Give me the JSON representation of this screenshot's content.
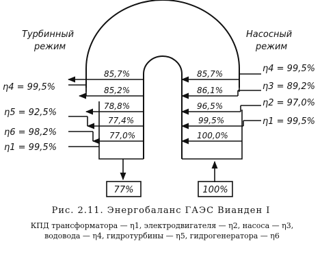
{
  "labels": {
    "turbine_line1": "Турбинный",
    "turbine_line2": "режим",
    "pump_line1": "Насосный",
    "pump_line2": "режим",
    "turbine_result": "77%",
    "pump_result": "100%"
  },
  "turbine": {
    "inner": [
      "85,7%",
      "85,2%",
      "78,8%",
      "77,4%",
      "77,0%"
    ],
    "eta": [
      "η4 = 99,5%",
      "η5 = 92,5%",
      "η6 = 98,2%",
      "η1 = 99,5%"
    ]
  },
  "pump": {
    "inner": [
      "85,7%",
      "86,1%",
      "96,5%",
      "99,5%",
      "100,0%"
    ],
    "eta": [
      "η4 = 99,5%",
      "η3 = 89,2%",
      "η2 = 97,0%",
      "η1 = 99,5%"
    ]
  },
  "caption": {
    "title": "Рис. 2.11. Энергобаланс ГАЭС Вианден I",
    "body": "КПД трансформатора — η1, электродвигателя — η2, насоса — η3, водовода — η4, гидротурбины — η5, гидрогенератора — η6"
  }
}
